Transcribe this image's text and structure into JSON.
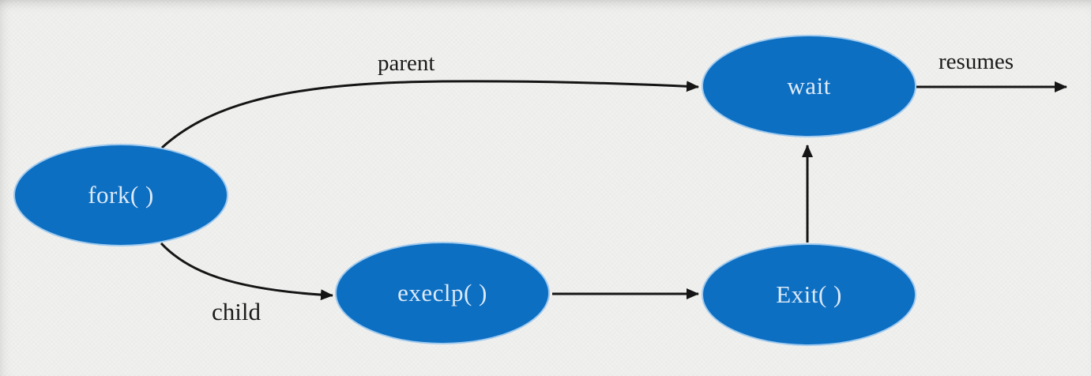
{
  "diagram": {
    "nodes": {
      "fork": {
        "label": "fork( )"
      },
      "wait": {
        "label": "wait"
      },
      "execlp": {
        "label": "execlp( )"
      },
      "exit": {
        "label": "Exit( )"
      }
    },
    "edge_labels": {
      "parent": "parent",
      "child": "child",
      "resumes": "resumes"
    },
    "colors": {
      "node_fill": "#0d6fc2",
      "node_edge": "#9ec9ee",
      "node_text": "#ddeaf8",
      "arrow": "#151515",
      "label_text": "#1b1b1b",
      "background": "#f1f1ef"
    }
  }
}
